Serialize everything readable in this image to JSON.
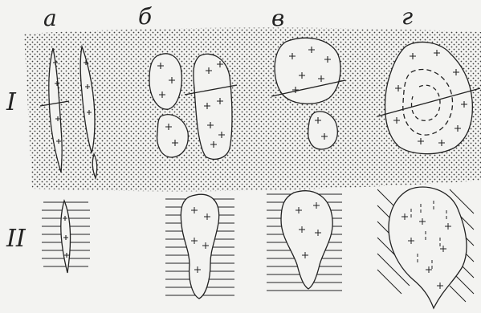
{
  "columns": {
    "a": "а",
    "b": "б",
    "c": "в",
    "d": "г"
  },
  "rows": {
    "r1": "I",
    "r2": "II"
  },
  "colors": {
    "ink": "#222222",
    "paper": "#f3f3f1",
    "stipple": "#3a3a3a"
  }
}
